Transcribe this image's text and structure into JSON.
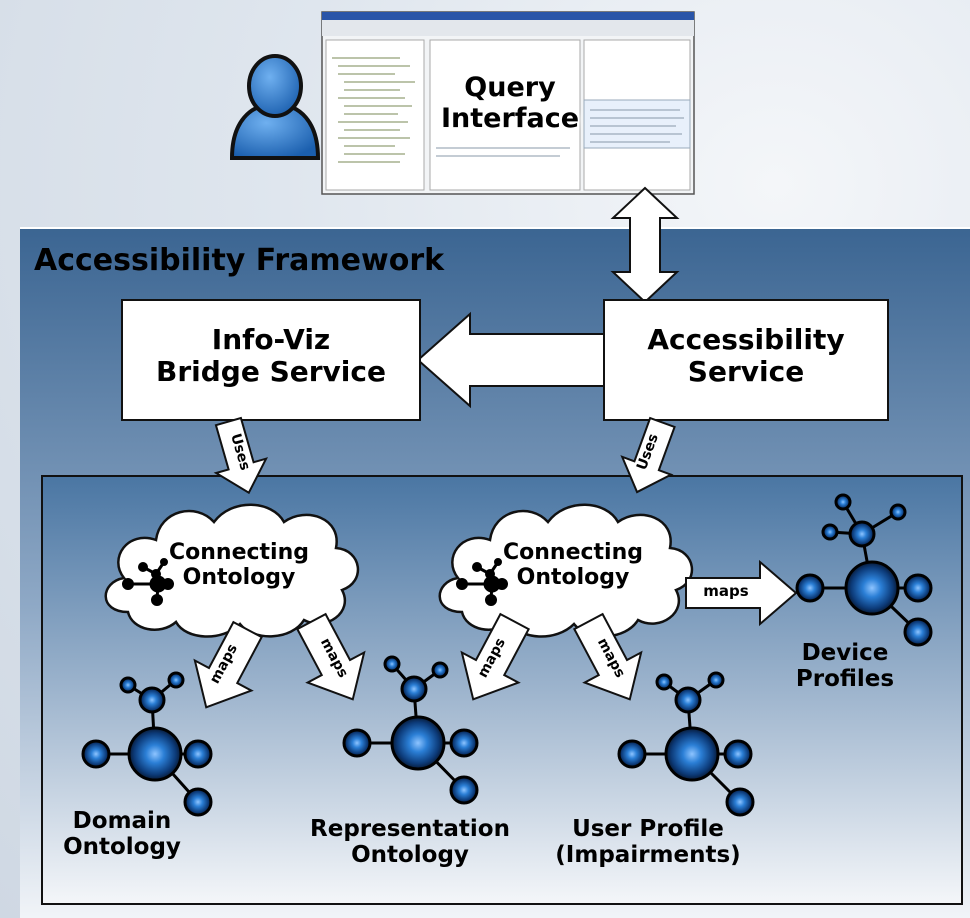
{
  "query_interface": {
    "line1": "Query",
    "line2": "Interface"
  },
  "framework": {
    "title": "Accessibility Framework"
  },
  "infoviz_service": {
    "line1": "Info-Viz",
    "line2": "Bridge Service"
  },
  "accessibility_service": {
    "line1": "Accessibility",
    "line2": "Service"
  },
  "uses_left": "Uses",
  "uses_right": "Uses",
  "connecting_left": {
    "line1": "Connecting",
    "line2": "Ontology"
  },
  "connecting_right": {
    "line1": "Connecting",
    "line2": "Ontology"
  },
  "maps": {
    "a": "maps",
    "b": "maps",
    "c": "maps",
    "d": "maps",
    "e": "maps"
  },
  "ontologies": {
    "domain": {
      "line1": "Domain",
      "line2": "Ontology"
    },
    "representation": {
      "line1": "Representation",
      "line2": "Ontology"
    },
    "user_profile": {
      "line1": "User Profile",
      "line2": "(Impairments)"
    },
    "device": {
      "line1": "Device",
      "line2": "Profiles"
    }
  },
  "colors": {
    "framework_top": "#3f6a98",
    "framework_bottom": "#e6ecf3",
    "node": "#1e6fc7",
    "node_dark": "#0a1a33"
  }
}
